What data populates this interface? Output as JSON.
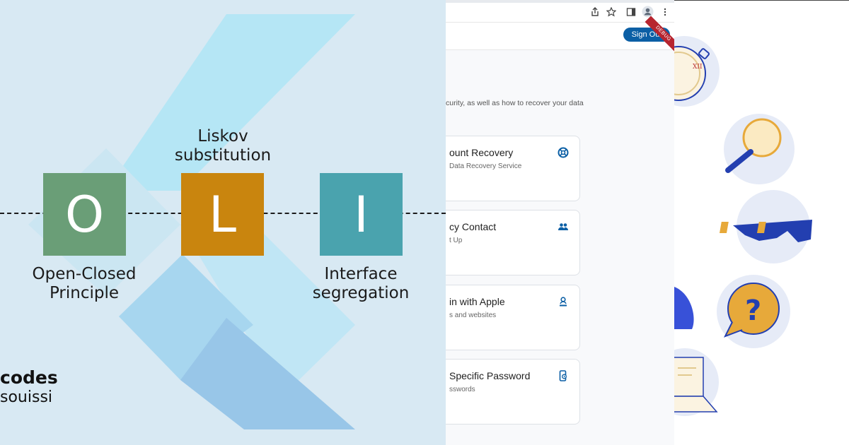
{
  "solid": {
    "tiles": [
      {
        "letter": "O",
        "caption_line1": "Open-Closed",
        "caption_line2": "Principle"
      },
      {
        "letter": "L",
        "caption_line1": "Liskov",
        "caption_line2": "substitution"
      },
      {
        "letter": "I",
        "caption_line1": "Interface",
        "caption_line2": "segregation"
      }
    ],
    "brand_line1": "codes",
    "brand_line2": "souissi",
    "colors": {
      "background": "#d8e9f3",
      "o_tile": "#6a9e77",
      "l_tile": "#c9850e",
      "i_tile": "#4aa3ae"
    }
  },
  "browser": {
    "toolbar_icons": [
      "share-icon",
      "star-icon",
      "sidebar-icon",
      "profile-icon",
      "more-icon"
    ],
    "sign_out_label": "Sign Out",
    "debug_label": "DEBUG",
    "description": "curity, as well as how to recover your data",
    "cards": [
      {
        "title": "ount Recovery",
        "subtitle": "Data Recovery Service",
        "icon": "lifebuoy-icon"
      },
      {
        "title": "cy Contact",
        "subtitle": "t Up",
        "icon": "people-icon"
      },
      {
        "title": "in with Apple",
        "subtitle": "s and websites",
        "icon": "person-badge-icon"
      },
      {
        "title": "Specific Password",
        "subtitle": "sswords",
        "icon": "phone-lock-icon"
      }
    ],
    "colors": {
      "accent": "#0b5fa5",
      "debug_ribbon": "#b7252f"
    }
  },
  "illustrations": {
    "items": [
      "stopwatch-icon",
      "magnifier-icon",
      "glasses-icon",
      "question-bubble-icon",
      "laptop-icon"
    ]
  }
}
